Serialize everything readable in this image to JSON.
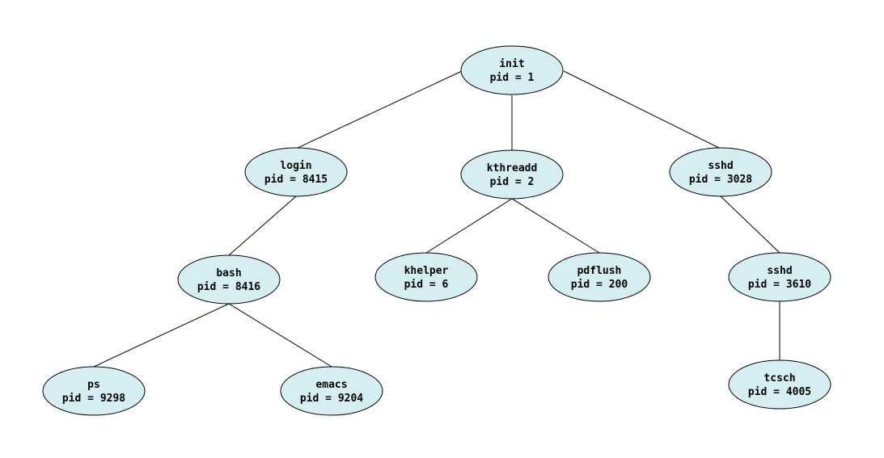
{
  "colors": {
    "node_fill": "#d6eef2",
    "node_stroke": "#000000",
    "edge": "#000000",
    "background": "#ffffff"
  },
  "nodes": [
    {
      "id": "init",
      "name": "init",
      "pid_label": "pid = 1"
    },
    {
      "id": "login",
      "name": "login",
      "pid_label": "pid = 8415"
    },
    {
      "id": "kthreadd",
      "name": "kthreadd",
      "pid_label": "pid = 2"
    },
    {
      "id": "sshd-3028",
      "name": "sshd",
      "pid_label": "pid = 3028"
    },
    {
      "id": "bash",
      "name": "bash",
      "pid_label": "pid = 8416"
    },
    {
      "id": "khelper",
      "name": "khelper",
      "pid_label": "pid = 6"
    },
    {
      "id": "pdflush",
      "name": "pdflush",
      "pid_label": "pid = 200"
    },
    {
      "id": "sshd-3610",
      "name": "sshd",
      "pid_label": "pid = 3610"
    },
    {
      "id": "ps",
      "name": "ps",
      "pid_label": "pid = 9298"
    },
    {
      "id": "emacs",
      "name": "emacs",
      "pid_label": "pid = 9204"
    },
    {
      "id": "tcsch",
      "name": "tcsch",
      "pid_label": "pid = 4005"
    }
  ],
  "edges": [
    {
      "from": "init",
      "to": "login"
    },
    {
      "from": "init",
      "to": "kthreadd"
    },
    {
      "from": "init",
      "to": "sshd-3028"
    },
    {
      "from": "login",
      "to": "bash"
    },
    {
      "from": "kthreadd",
      "to": "khelper"
    },
    {
      "from": "kthreadd",
      "to": "pdflush"
    },
    {
      "from": "sshd-3028",
      "to": "sshd-3610"
    },
    {
      "from": "bash",
      "to": "ps"
    },
    {
      "from": "bash",
      "to": "emacs"
    },
    {
      "from": "sshd-3610",
      "to": "tcsch"
    }
  ]
}
